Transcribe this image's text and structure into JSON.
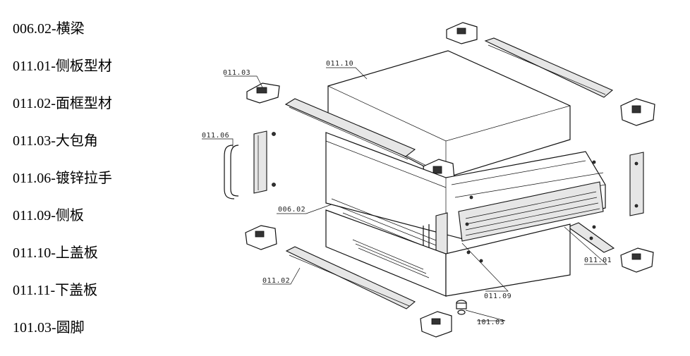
{
  "legend": [
    "006.02-横梁",
    "011.01-侧板型材",
    "011.02-面框型材",
    "011.03-大包角",
    "011.06-镀锌拉手",
    "011.09-侧板",
    "011.10-上盖板",
    "011.11-下盖板",
    "101.03-圆脚"
  ],
  "callouts": {
    "c_011_03": "011.03",
    "c_011_10": "011.10",
    "c_011_06": "011.06",
    "c_006_02": "006.02",
    "c_011_02": "011.02",
    "c_011_09": "011.09",
    "c_011_01": "011.01",
    "c_101_03": "101.03"
  }
}
